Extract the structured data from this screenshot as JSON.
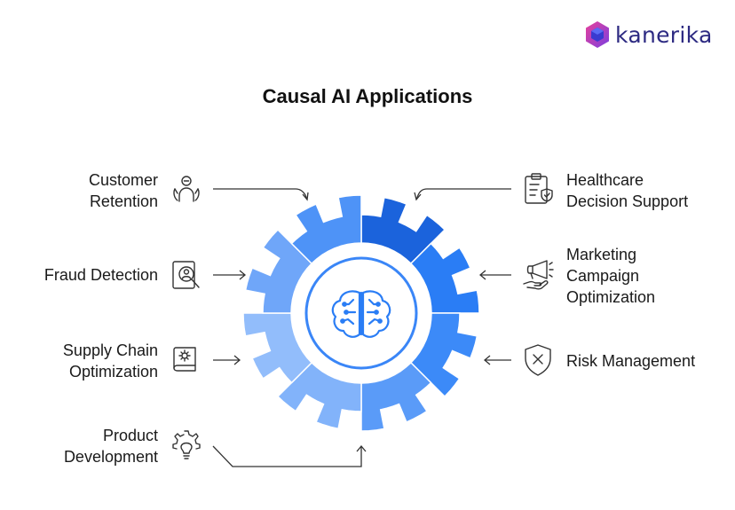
{
  "brand": {
    "name": "kanerika"
  },
  "title": "Causal AI Applications",
  "applications": [
    {
      "id": "customer-retention",
      "lines": [
        "Customer",
        "Retention"
      ],
      "icon": "customer-retention-icon"
    },
    {
      "id": "fraud-detection",
      "lines": [
        "Fraud Detection"
      ],
      "icon": "fraud-detection-icon"
    },
    {
      "id": "supply-chain",
      "lines": [
        "Supply Chain",
        "Optimization"
      ],
      "icon": "supply-chain-icon"
    },
    {
      "id": "product-development",
      "lines": [
        "Product",
        "Development"
      ],
      "icon": "product-development-icon"
    },
    {
      "id": "healthcare",
      "lines": [
        "Healthcare",
        "Decision Support"
      ],
      "icon": "healthcare-icon"
    },
    {
      "id": "marketing",
      "lines": [
        "Marketing",
        "Campaign",
        "Optimization"
      ],
      "icon": "marketing-campaign-icon"
    },
    {
      "id": "risk-management",
      "lines": [
        "Risk Management"
      ],
      "icon": "risk-management-icon"
    }
  ],
  "center_icon": "brain-circuit-icon",
  "colors": {
    "segments": [
      "#1B63DC",
      "#2A7DF5",
      "#3C8AF8",
      "#5A9BF8",
      "#82B3FA",
      "#92BDFB",
      "#6FA6F9",
      "#4E93F7"
    ],
    "center_ring": "#3A86F7",
    "brand": "#2d2a82",
    "line": "#333333"
  }
}
